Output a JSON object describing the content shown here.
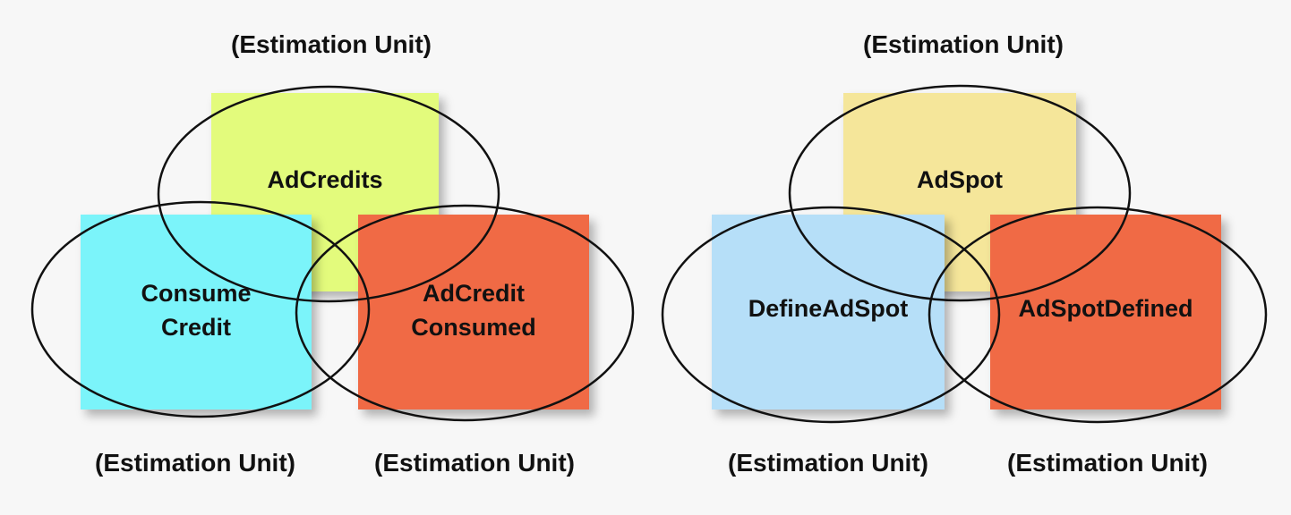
{
  "left_cluster": {
    "top_note": {
      "label": "AdCredits",
      "color": "#e3fb7c"
    },
    "left_note": {
      "label": "Consume\nCredit",
      "color": "#7bf4fa"
    },
    "right_note": {
      "label": "AdCredit\nConsumed",
      "color": "#f06a45"
    },
    "top_caption": "(Estimation Unit)",
    "bottom_left_caption": "(Estimation Unit)",
    "bottom_right_caption": "(Estimation Unit)"
  },
  "right_cluster": {
    "top_note": {
      "label": "AdSpot",
      "color": "#f5e69a"
    },
    "left_note": {
      "label": "DefineAdSpot",
      "color": "#b6dff8"
    },
    "right_note": {
      "label": "AdSpotDefined",
      "color": "#f06a45"
    },
    "top_caption": "(Estimation Unit)",
    "bottom_left_caption": "(Estimation Unit)",
    "bottom_right_caption": "(Estimation Unit)"
  }
}
